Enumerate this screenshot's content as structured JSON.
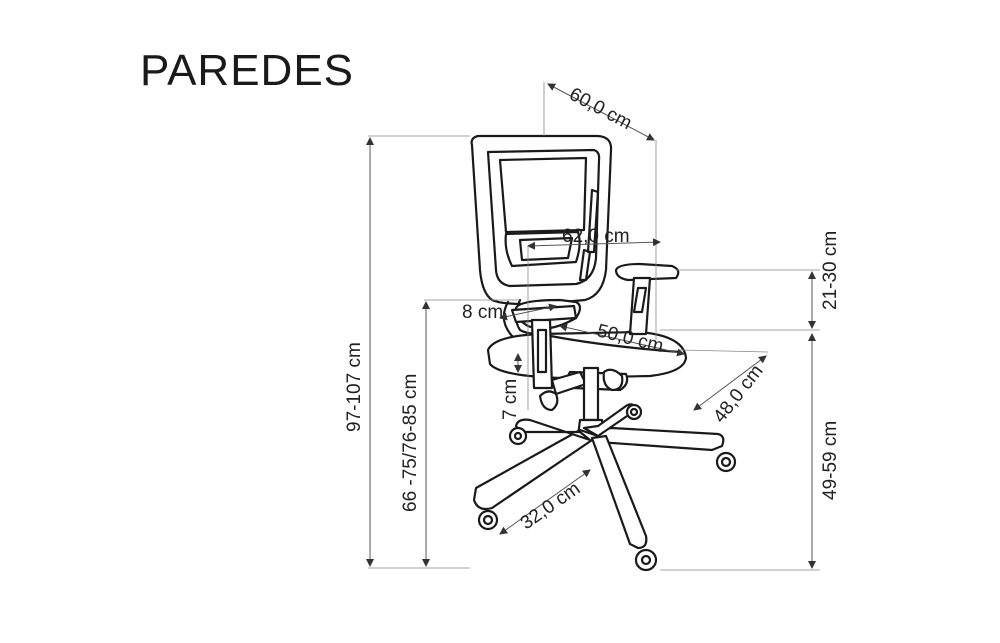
{
  "title": "PAREDES",
  "dimensions": {
    "depth_total": "60,0 cm",
    "width_armrests": "62,0 cm",
    "armrest_height": "21-30 cm",
    "seat_offset": "8 cm",
    "seat_width": "50,0 cm",
    "seat_depth": "48,0 cm",
    "seat_adjust": "7 cm",
    "total_height": "97-107 cm",
    "armrest_floor_height": "66 -75/76-85 cm",
    "seat_height": "49-59 cm",
    "base_radius": "32,0 cm"
  }
}
